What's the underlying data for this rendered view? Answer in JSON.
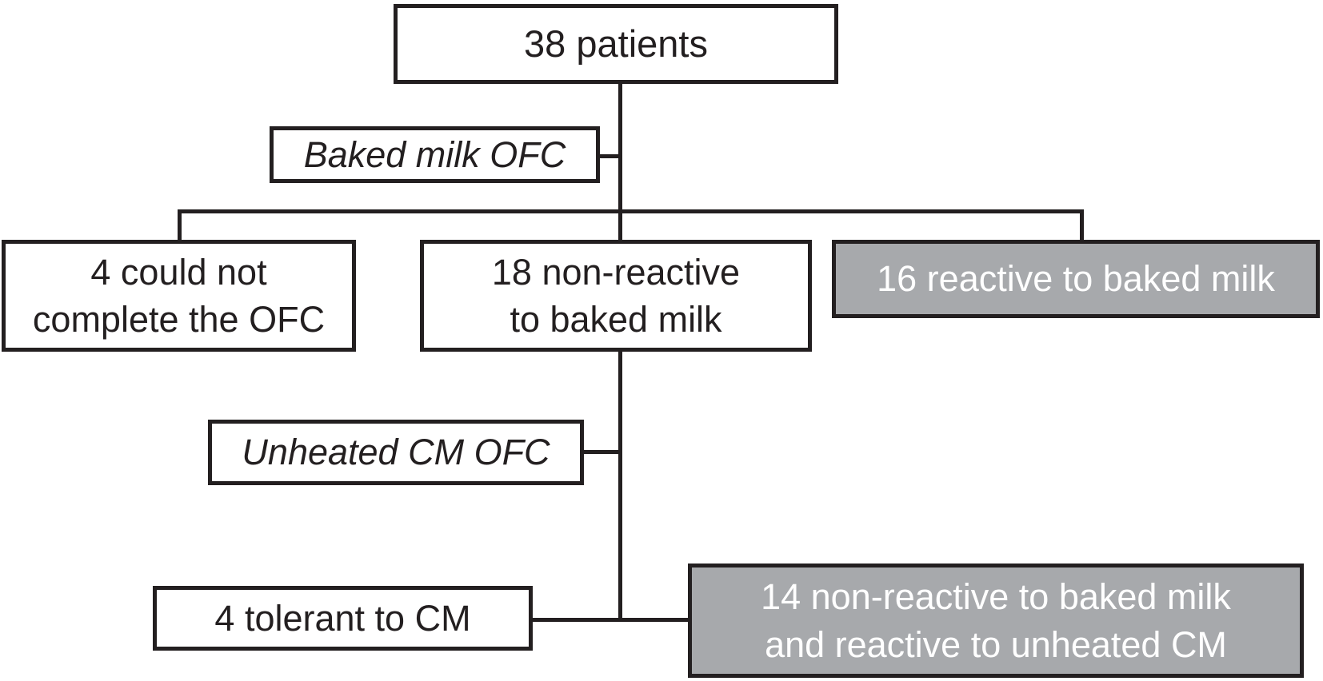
{
  "diagram": {
    "type": "flowchart",
    "colors": {
      "background": "#ffffff",
      "line_and_border": "#231f20",
      "text": "#231f20",
      "highlight_fill": "#a7a9ac",
      "highlight_text": "#ffffff"
    },
    "nodes": {
      "patients": {
        "text": "38 patients"
      },
      "baked_milk_ofc": {
        "text": "Baked milk OFC",
        "style": "italic"
      },
      "could_not_complete": {
        "line1": "4 could not",
        "line2": "complete the OFC"
      },
      "non_reactive_baked": {
        "line1": "18 non-reactive",
        "line2": "to baked milk"
      },
      "reactive_baked": {
        "text": "16 reactive to baked milk",
        "style": "gray-highlight"
      },
      "unheated_cm_ofc": {
        "text": "Unheated CM OFC",
        "style": "italic"
      },
      "tolerant_cm": {
        "text": "4 tolerant to CM"
      },
      "reactive_unheated": {
        "line1": "14 non-reactive to baked milk",
        "line2": "and reactive to unheated CM",
        "style": "gray-highlight"
      }
    }
  }
}
